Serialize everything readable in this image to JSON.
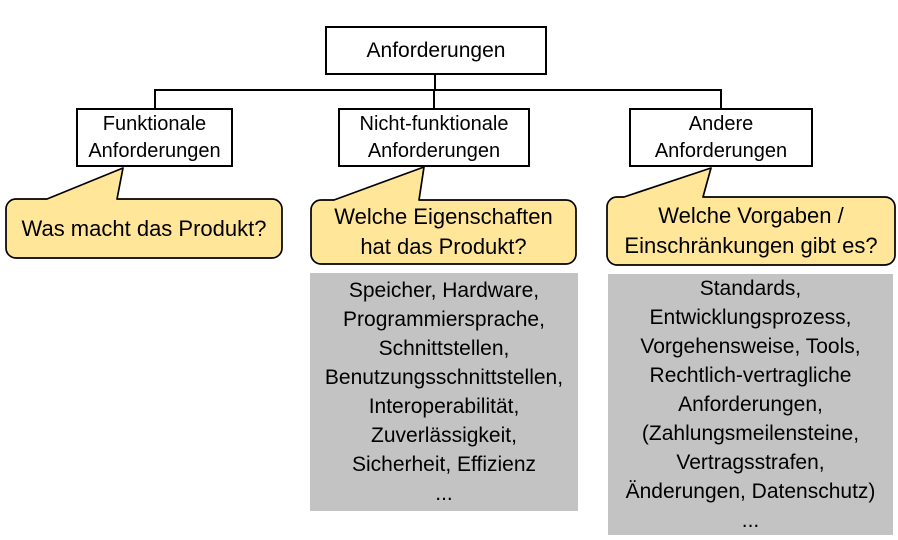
{
  "colors": {
    "callout_fill": "#FFE699",
    "callout_border": "#000000",
    "detail_fill": "#C3C3C3",
    "node_border": "#000000",
    "text": "#000000",
    "background": "#FFFFFF"
  },
  "tree": {
    "root": {
      "label": "Anforderungen"
    },
    "nodes": [
      {
        "label": [
          "Funktionale",
          "Anforderungen"
        ]
      },
      {
        "label": [
          "Nicht-funktionale",
          "Anforderungen"
        ]
      },
      {
        "label": [
          "Andere",
          "Anforderungen"
        ]
      }
    ]
  },
  "callouts": [
    {
      "text": [
        "Was macht das Produkt?"
      ]
    },
    {
      "text": [
        "Welche Eigenschaften",
        "hat das Produkt?"
      ]
    },
    {
      "text": [
        "Welche Vorgaben /",
        "Einschränkungen gibt es?"
      ]
    }
  ],
  "detail_boxes": [
    {
      "lines": [
        "Speicher, Hardware,",
        "Programmiersprache,",
        "Schnittstellen,",
        "Benutzungsschnittstellen,",
        "Interoperabilität,",
        "Zuverlässigkeit,",
        "Sicherheit, Effizienz",
        "..."
      ]
    },
    {
      "lines": [
        "Standards,",
        "Entwicklungsprozess,",
        "Vorgehensweise, Tools,",
        "Rechtlich-vertragliche",
        "Anforderungen,",
        "(Zahlungsmeilensteine,",
        "Vertragsstrafen,",
        "Änderungen, Datenschutz)",
        "..."
      ]
    }
  ]
}
